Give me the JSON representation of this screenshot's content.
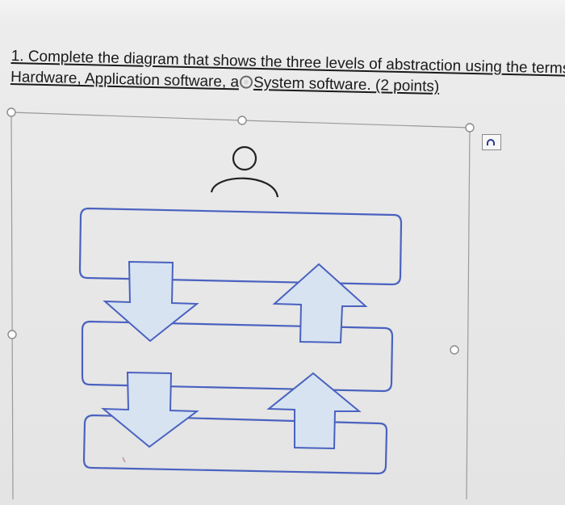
{
  "question": {
    "line1": "1. Complete the diagram that shows the three levels of abstraction using the terms",
    "line2_part1": "Hardware, Application software, a",
    "line2_part2": "System software. (2 points)"
  },
  "colors": {
    "arrow_fill": "#d7e3f1",
    "arrow_stroke": "#4a62c0",
    "box_stroke": "#4a62c0",
    "frame_stroke": "#9a9a9a",
    "person_stroke": "#222222"
  },
  "icons": {
    "person": "user-icon",
    "layout_options": "layout-options-icon",
    "cursor": "cursor-icon"
  }
}
